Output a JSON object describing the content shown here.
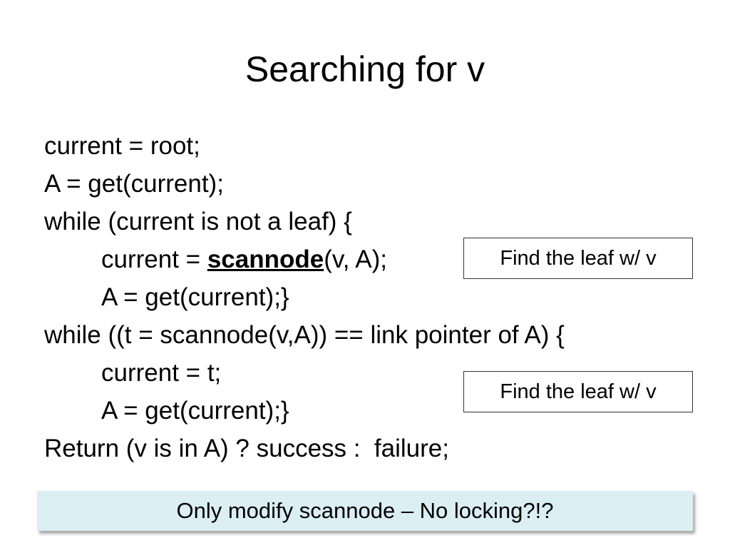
{
  "slide": {
    "title": "Searching for v",
    "code": {
      "line1": "current = root;",
      "line2": "A = get(current);",
      "line3": "while (current is not a leaf) {",
      "line4_prefix": "current = ",
      "line4_keyword": "scannode",
      "line4_suffix": "(v, A);",
      "line5": "A = get(current);}",
      "line6": "while ((t = scannode(v,A)) == link pointer of A) {",
      "line7": "current = t;",
      "line8": "A = get(current);}",
      "line9": "Return (v is in A) ? success :  failure;"
    },
    "callouts": [
      "Find the leaf w/ v",
      "Find the leaf w/ v"
    ],
    "banner": "Only modify scannode – No locking?!?",
    "colors": {
      "banner_bg": "#dbeef4",
      "text": "#000000"
    }
  }
}
